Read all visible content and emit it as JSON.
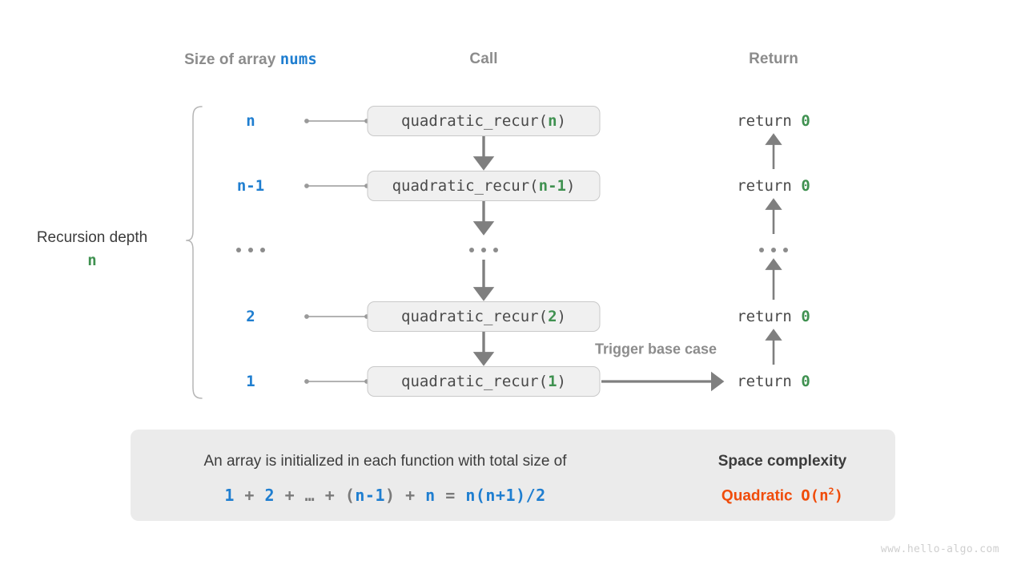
{
  "headers": {
    "size": {
      "prefix": "Size of array ",
      "mono": "nums"
    },
    "call": "Call",
    "return": "Return"
  },
  "depth": {
    "title": "Recursion depth",
    "value": "n"
  },
  "rows": [
    {
      "size": "n",
      "call_prefix": "quadratic_recur(",
      "call_arg": "n",
      "call_suffix": ")",
      "return_prefix": "return ",
      "return_value": "0"
    },
    {
      "size": "n-1",
      "call_prefix": "quadratic_recur(",
      "call_arg": "n-1",
      "call_suffix": ")",
      "return_prefix": "return ",
      "return_value": "0"
    },
    {
      "size": "...",
      "call_prefix": "",
      "call_arg": "",
      "call_suffix": "",
      "return_prefix": "",
      "return_value": ""
    },
    {
      "size": "2",
      "call_prefix": "quadratic_recur(",
      "call_arg": "2",
      "call_suffix": ")",
      "return_prefix": "return ",
      "return_value": "0"
    },
    {
      "size": "1",
      "call_prefix": "quadratic_recur(",
      "call_arg": "1",
      "call_suffix": ")",
      "return_prefix": "return ",
      "return_value": "0"
    }
  ],
  "trigger_label": "Trigger base case",
  "summary": {
    "line1": "An array is initialized in each function with total size of",
    "formula_parts": [
      {
        "t": "1",
        "blue": true
      },
      {
        "t": " + ",
        "blue": false
      },
      {
        "t": "2",
        "blue": true
      },
      {
        "t": " + ",
        "blue": false
      },
      {
        "t": "…",
        "blue": false
      },
      {
        "t": " + ",
        "blue": false
      },
      {
        "t": "(",
        "blue": false
      },
      {
        "t": "n-1",
        "blue": true
      },
      {
        "t": ")",
        "blue": false
      },
      {
        "t": " + ",
        "blue": false
      },
      {
        "t": "n",
        "blue": true
      },
      {
        "t": " = ",
        "blue": false
      },
      {
        "t": "n(n+1)/2",
        "blue": true
      }
    ],
    "right_title": "Space complexity",
    "right_value_word": "Quadratic",
    "right_value_notation": "O(n",
    "right_value_exponent": "2",
    "right_value_close": ")"
  },
  "watermark": "www.hello-algo.com",
  "colors": {
    "blue": "#1f7ed0",
    "green": "#3f9150",
    "orange": "#f04c0a",
    "gray_text": "#4a4a4a",
    "gray_label": "#8c8c8c",
    "box_fill": "#f0f0f0",
    "box_border": "#c9c9c9",
    "panel_fill": "#ebebeb",
    "arrow": "#7f7f7f",
    "connector": "#9a9a9a",
    "watermark": "#cfcfcf"
  }
}
